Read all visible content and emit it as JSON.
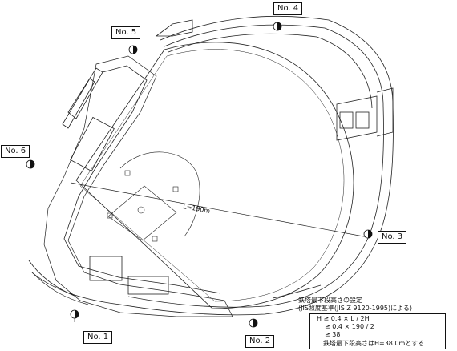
{
  "towers": [
    {
      "id": "no1",
      "label": "No. 1"
    },
    {
      "id": "no2",
      "label": "No. 2"
    },
    {
      "id": "no3",
      "label": "No. 3"
    },
    {
      "id": "no4",
      "label": "No. 4"
    },
    {
      "id": "no5",
      "label": "No. 5"
    },
    {
      "id": "no6",
      "label": "No. 6"
    }
  ],
  "distance_label": "L=190m",
  "notes": {
    "title": "鉄塔最下段高さの設定",
    "basis": "(JIS照度基準(JIS Z 9120-1995)による)",
    "formula_lines": [
      "H ≧ 0.4 × L / 2H",
      "≧ 0.4 × 190 / 2",
      "≧ 38"
    ],
    "result": "鉄塔最下段高さはH=38.0mとする"
  }
}
